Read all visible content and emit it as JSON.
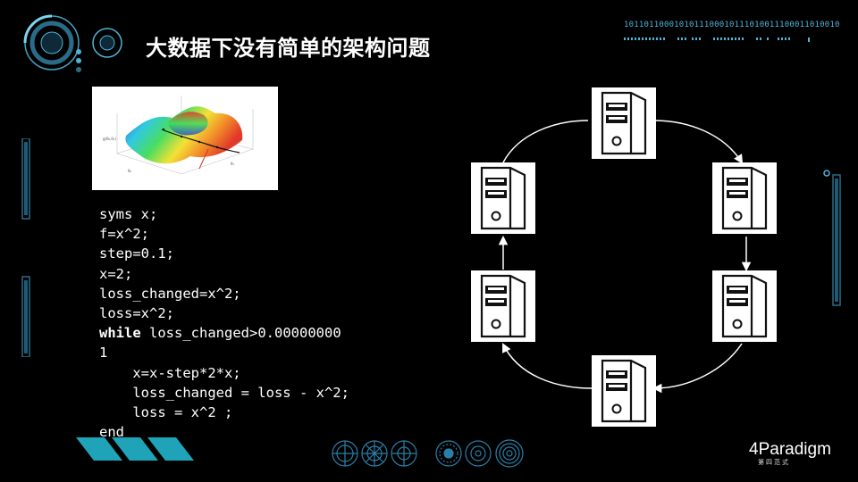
{
  "slide": {
    "title": "大数据下没有简单的架构问题",
    "binary_text": "1011011000101011100010111010011100011010010",
    "colors": {
      "background": "#000000",
      "accent_cyan": "#4fb3d9",
      "accent_teal": "#1fa3b8"
    }
  },
  "code": {
    "lines": [
      "syms x;",
      "f=x^2;",
      "step=0.1;",
      "x=2;",
      "loss_changed=x^2;",
      "loss=x^2;",
      "loss_changed>0.00000000",
      "1",
      "    x=x-step*2*x;",
      "    loss_changed = loss - x^2;",
      "    loss = x^2 ;",
      "end"
    ],
    "keyword_while": "while"
  },
  "diagram": {
    "node_count": 6,
    "icon": "server-tower-icon"
  },
  "logo": {
    "brand": "Paradigm",
    "prefix": "4",
    "subtitle": "第四范式"
  }
}
